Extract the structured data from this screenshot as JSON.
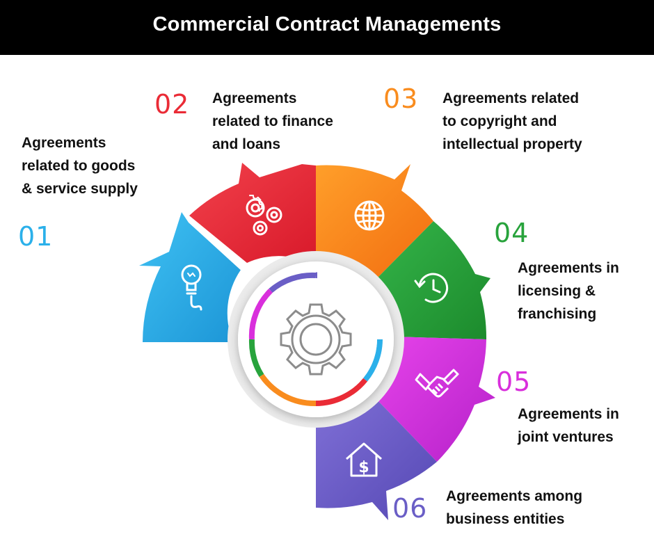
{
  "title": "Commercial Contract Managements",
  "colors": {
    "header_bg": "#000000",
    "ring_outer": "#ebebeb",
    "ring_inner": "#ffffff",
    "gear_stroke": "#8c8c8c"
  },
  "items": [
    {
      "num": "01",
      "color": "#2bb0ea",
      "icon": "lightbulb-icon",
      "lines": [
        "Agreements",
        "related to goods",
        "& service supply"
      ]
    },
    {
      "num": "02",
      "color": "#ea2b36",
      "icon": "gears-icon",
      "lines": [
        "Agreements",
        "related to finance",
        "and loans"
      ]
    },
    {
      "num": "03",
      "color": "#f98c1e",
      "icon": "globe-icon",
      "lines": [
        "Agreements related",
        "to copyright and",
        "intellectual property"
      ]
    },
    {
      "num": "04",
      "color": "#28a33c",
      "icon": "clock-icon",
      "lines": [
        "Agreements in",
        "licensing &",
        "franchising"
      ]
    },
    {
      "num": "05",
      "color": "#d92fdc",
      "icon": "handshake-icon",
      "lines": [
        "Agreements in",
        "joint ventures"
      ]
    },
    {
      "num": "06",
      "color": "#6a5ec6",
      "icon": "house-dollar-icon",
      "lines": [
        "Agreements among",
        "business entities"
      ]
    }
  ],
  "icons": {
    "center": "gear-icon",
    "house_symbol": "$"
  }
}
